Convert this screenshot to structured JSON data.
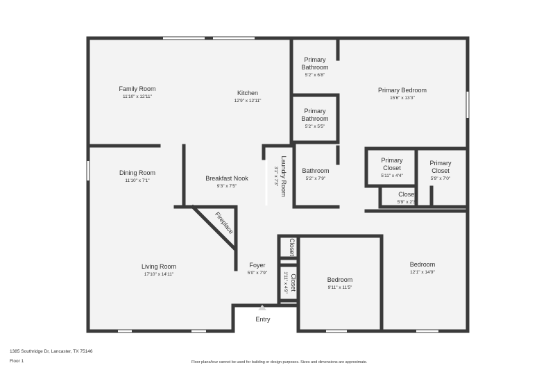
{
  "colors": {
    "wall": "#3a3a3a",
    "floor": "#f3f3f3",
    "window": "#ffffff"
  },
  "rooms": [
    {
      "id": "family-room",
      "name": "Family Room",
      "dims": "11'10\" x 12'11\""
    },
    {
      "id": "kitchen",
      "name": "Kitchen",
      "dims": "12'9\" x 12'11\""
    },
    {
      "id": "primary-bathroom-1",
      "name_line1": "Primary",
      "name_line2": "Bathroom",
      "dims": "5'2\" x 6'8\""
    },
    {
      "id": "primary-bedroom",
      "name": "Primary Bedroom",
      "dims": "15'6\" x 13'3\""
    },
    {
      "id": "primary-bathroom-2",
      "name_line1": "Primary",
      "name_line2": "Bathroom",
      "dims": "5'2\" x 5'5\""
    },
    {
      "id": "dining-room",
      "name": "Dining Room",
      "dims": "11'10\" x 7'1\""
    },
    {
      "id": "breakfast-nook",
      "name": "Breakfast Nook",
      "dims": "9'3\" x 7'5\""
    },
    {
      "id": "laundry-room",
      "name": "Laundry Room",
      "dims": "3'1\" x 7'3\""
    },
    {
      "id": "bathroom",
      "name": "Bathroom",
      "dims": "5'2\" x 7'9\""
    },
    {
      "id": "primary-closet-1",
      "name_line1": "Primary",
      "name_line2": "Closet",
      "dims": "5'11\" x 4'4\""
    },
    {
      "id": "primary-closet-2",
      "name_line1": "Primary",
      "name_line2": "Closet",
      "dims": "5'9\" x 7'0\""
    },
    {
      "id": "closet-small",
      "name": "Closet",
      "dims": "5'9\" x 2'3\""
    },
    {
      "id": "fireplace",
      "name": "Fireplace"
    },
    {
      "id": "closet-foyer-1",
      "name": "Closet"
    },
    {
      "id": "closet-foyer-2",
      "name": "Closet",
      "dims": "1'11\" x 4'9\""
    },
    {
      "id": "living-room",
      "name": "Living Room",
      "dims": "17'10\" x 14'11\""
    },
    {
      "id": "foyer",
      "name": "Foyer",
      "dims": "5'0\" x 7'9\""
    },
    {
      "id": "bedroom-1",
      "name": "Bedroom",
      "dims": "9'11\" x 11'5\""
    },
    {
      "id": "bedroom-2",
      "name": "Bedroom",
      "dims": "12'1\" x 14'9\""
    },
    {
      "id": "entry",
      "name": "Entry"
    }
  ],
  "footer": {
    "address": "1385 Southridge Dr, Lancaster, TX 75146",
    "floor": "Floor 1",
    "disclaimer": "Floor plans/tour cannot be used for building or design purposes. Sizes and dimensions are approximate."
  }
}
